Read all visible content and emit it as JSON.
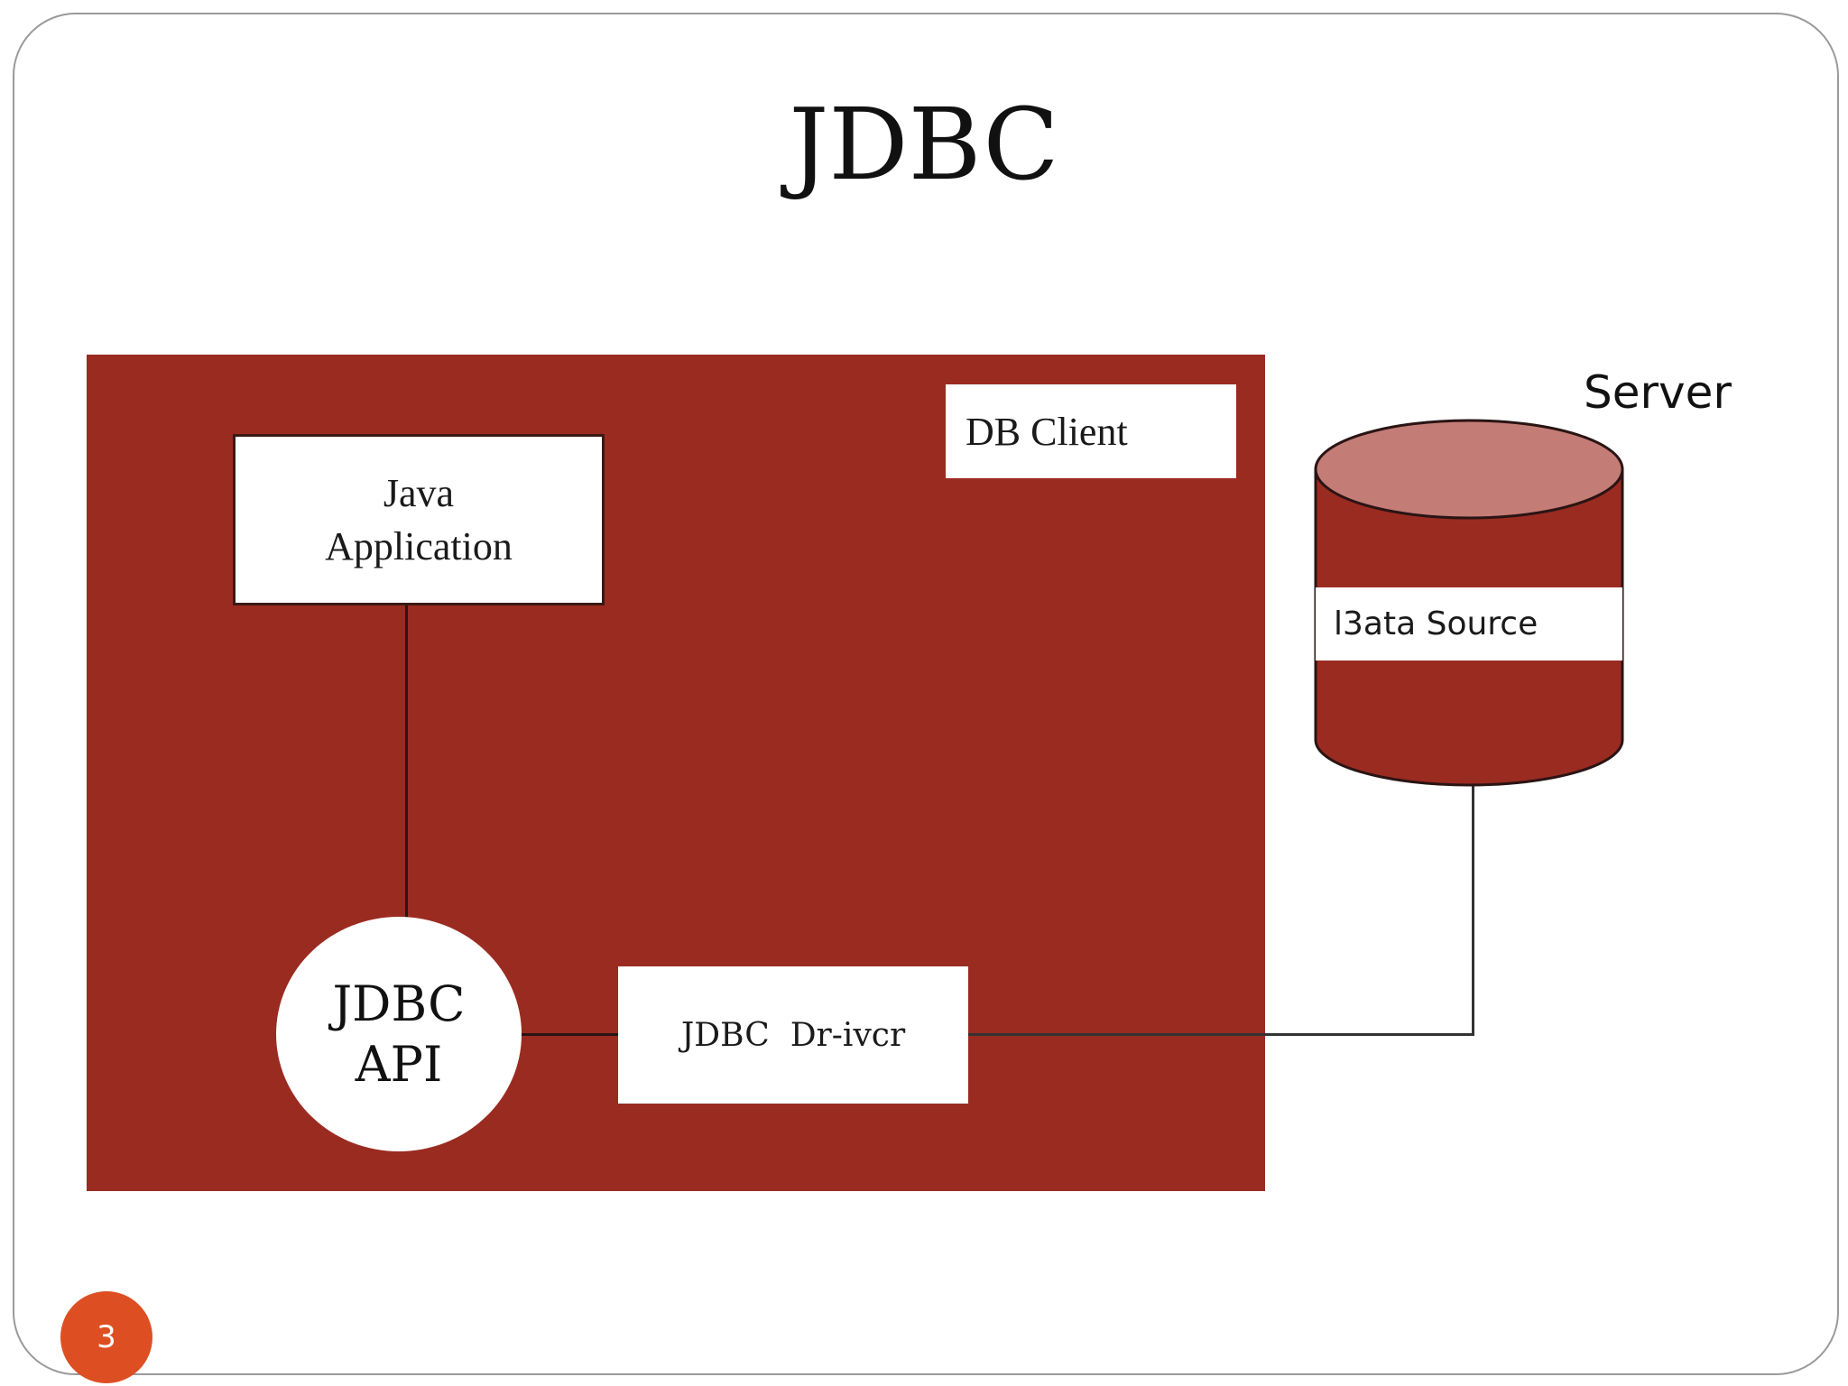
{
  "slide": {
    "title": "JDBC",
    "page_number": "3"
  },
  "diagram": {
    "java_app": {
      "line1": "Java",
      "line2": "Application"
    },
    "db_client": "DB Client",
    "jdbc_api": {
      "line1": "JDBC",
      "line2": "API"
    },
    "jdbc_driver": "JDBC  Dr-ivcr",
    "server": "Server",
    "data_source": "l3ata Source"
  },
  "colors": {
    "client_fill": "#9a2b21",
    "cylinder_top": "#c47c76",
    "badge": "#dd4f22"
  }
}
